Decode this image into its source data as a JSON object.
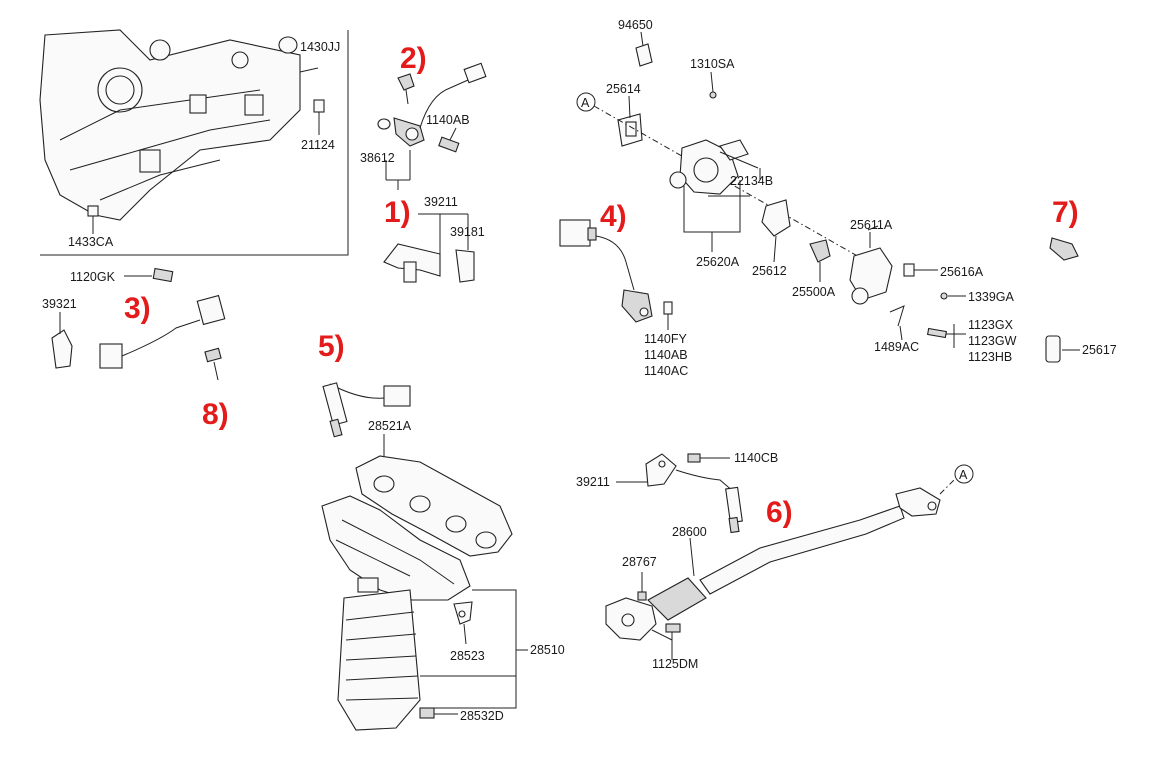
{
  "labels": {
    "p1430JJ": "1430JJ",
    "p21124": "21124",
    "p1433CA": "1433CA",
    "p38612": "38612",
    "p1140AB_a": "1140AB",
    "p39211_a": "39211",
    "p39181": "39181",
    "p94650": "94650",
    "p1310SA": "1310SA",
    "p25614": "25614",
    "p22134B": "22134B",
    "p25620A": "25620A",
    "p25612": "25612",
    "p25500A": "25500A",
    "p25611A": "25611A",
    "p25616A": "25616A",
    "p1339GA": "1339GA",
    "p1123GX": "1123GX",
    "p1123GW": "1123GW",
    "p1123HB": "1123HB",
    "p1489AC": "1489AC",
    "p25617": "25617",
    "p1120GK": "1120GK",
    "p39321": "39321",
    "p1140FY": "1140FY",
    "p1140AB_b": "1140AB",
    "p1140AC": "1140AC",
    "p28521A": "28521A",
    "p28510": "28510",
    "p28523": "28523",
    "p28532D": "28532D",
    "p1140CB": "1140CB",
    "p39211_b": "39211",
    "p28600": "28600",
    "p28767": "28767",
    "p1125DM": "1125DM",
    "refA1": "A",
    "refA2": "A"
  },
  "callouts": {
    "c1": "1)",
    "c2": "2)",
    "c3": "3)",
    "c4": "4)",
    "c5": "5)",
    "c6": "6)",
    "c7": "7)",
    "c8": "8)"
  },
  "colors": {
    "callout": "#e31b1b",
    "line": "#222222",
    "background": "#ffffff"
  }
}
